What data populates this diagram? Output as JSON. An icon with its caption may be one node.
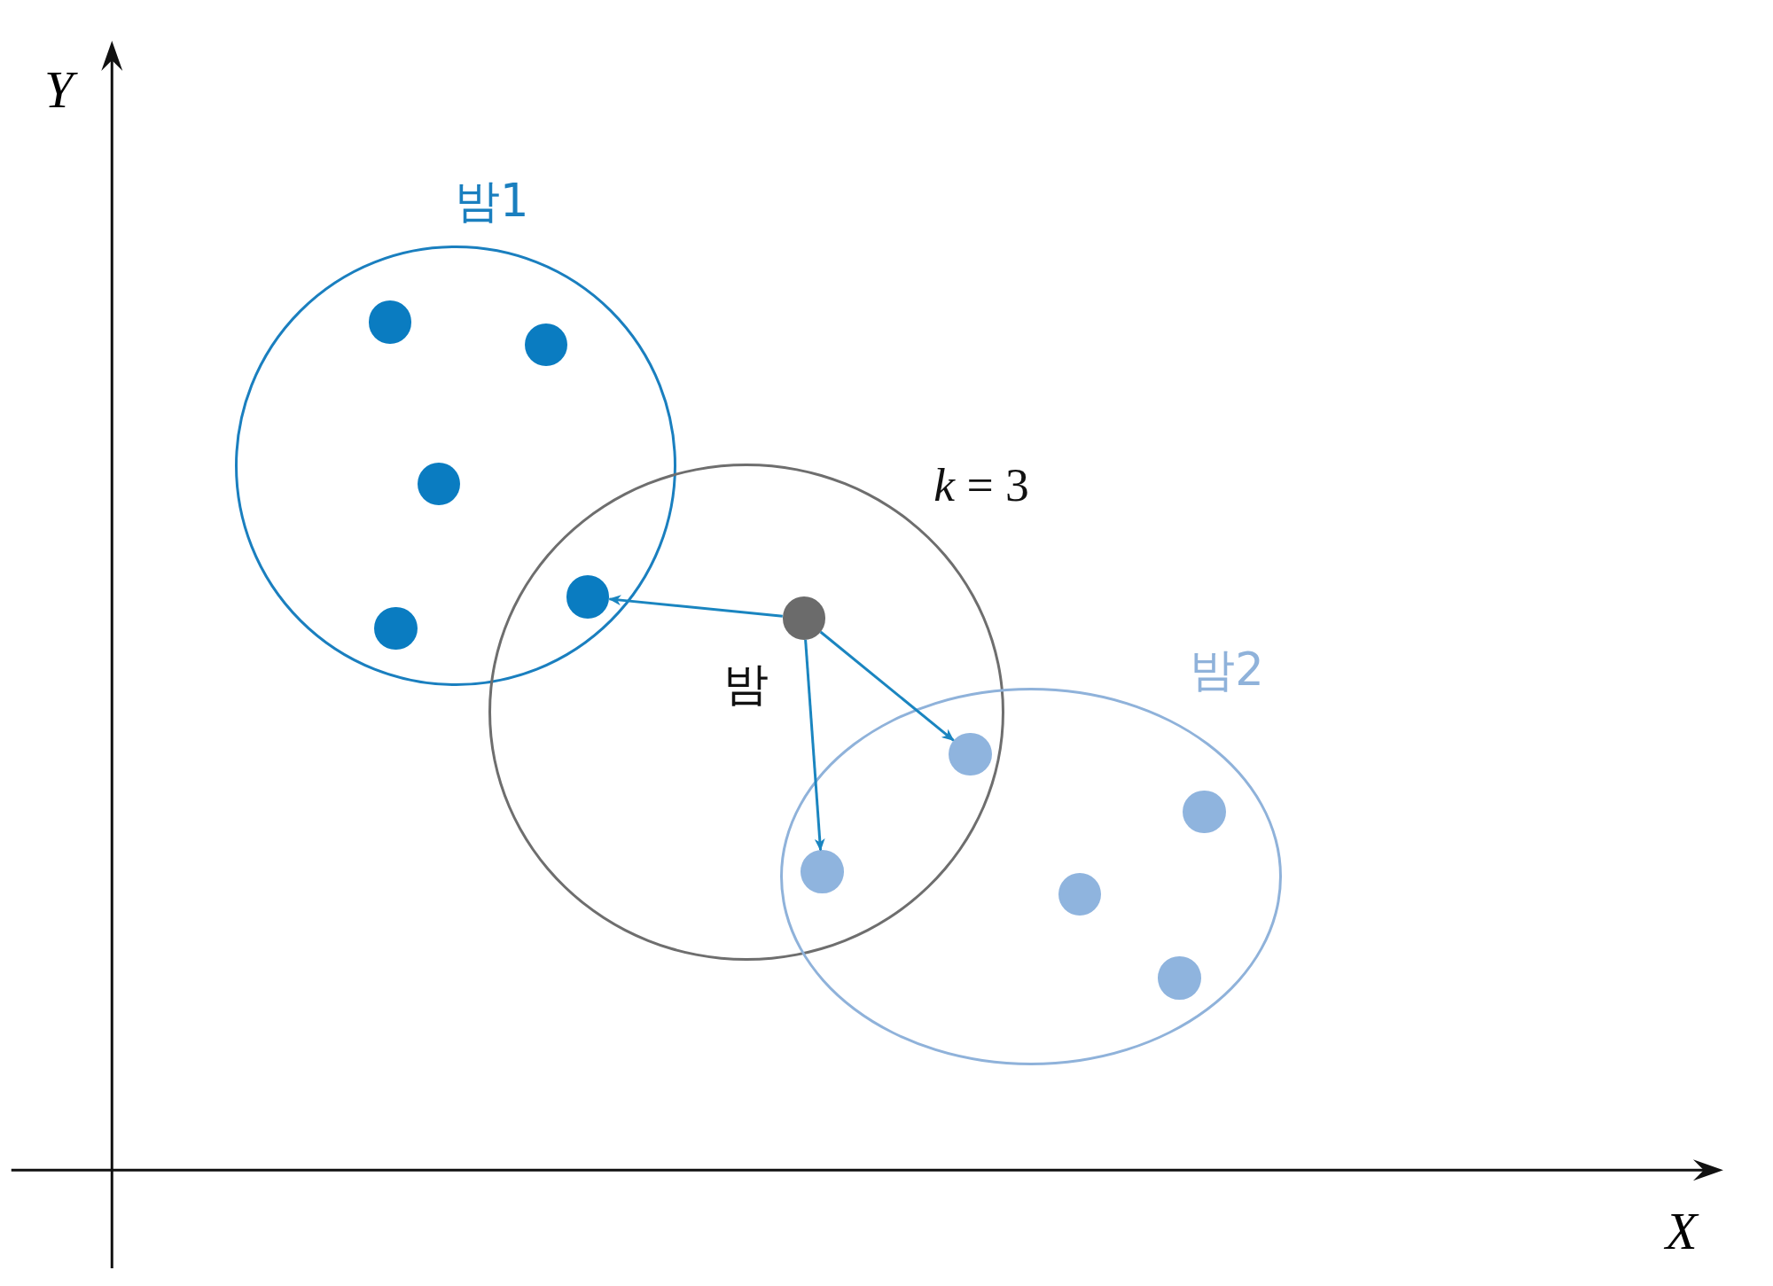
{
  "diagram": {
    "nodes": [
      {
        "text": [
          "밤1"
        ]
      },
      {
        "text": [],
        "shape": "circle",
        "in": 0
      },
      {
        "text": [],
        "shape": "circle",
        "in": 0
      },
      {
        "text": [],
        "shape": "circle",
        "in": 0
      },
      {
        "text": [],
        "shape": "circle",
        "in": 0
      },
      {
        "text": [
          "*k* = 3"
        ]
      },
      {
        "text": [],
        "shape": "circle"
      },
      {
        "text": [],
        "shape": "circle",
        "beside": [
          "밤"
        ],
        "in": 5
      },
      {
        "text": [
          "밤2"
        ]
      },
      {
        "text": [],
        "shape": "circle"
      },
      {
        "text": [],
        "shape": "circle"
      },
      {
        "text": [],
        "shape": "circle",
        "in": 8
      },
      {
        "text": [],
        "shape": "circle",
        "in": 8
      },
      {
        "text": [],
        "shape": "circle",
        "in": 8
      }
    ],
    "edges": [
      {
        "from": 7,
        "to": 6,
        "arrow": "to"
      },
      {
        "from": 7,
        "to": 9,
        "arrow": "to"
      },
      {
        "from": 7,
        "to": 10,
        "arrow": "to"
      }
    ],
    "labels": [
      "Y",
      "X"
    ]
  }
}
